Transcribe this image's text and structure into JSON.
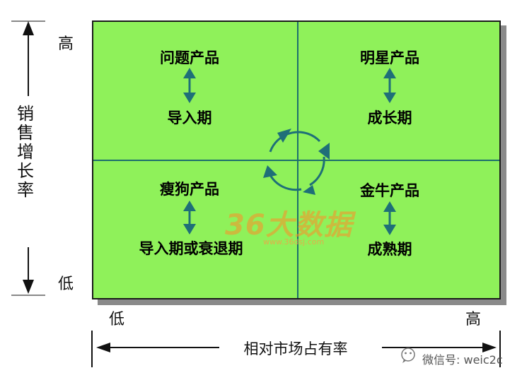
{
  "quadrants": {
    "top_left": {
      "name": "问题产品",
      "stage": "导入期"
    },
    "top_right": {
      "name": "明星产品",
      "stage": "成长期"
    },
    "bottom_left": {
      "name": "瘦狗产品",
      "stage": "导入期或衰退期"
    },
    "bottom_right": {
      "name": "金牛产品",
      "stage": "成熟期"
    }
  },
  "y_axis": {
    "label": "销售增长率",
    "high": "高",
    "low": "低"
  },
  "x_axis": {
    "label": "相对市场占有率",
    "low": "低",
    "high": "高"
  },
  "watermark": {
    "text": "36大数据",
    "url": "www.36dsj.com"
  },
  "footer": {
    "wechat": "微信号: weic2c"
  },
  "colors": {
    "quadrant_fill": "#8ff15a",
    "arrow": "#1f6f78",
    "divider": "#1c6e6e"
  },
  "icons": {
    "stage_arrow": "double-vertical-arrow-icon",
    "cycle": "circular-cycle-arrows-icon",
    "wechat": "wechat-logo-icon"
  }
}
